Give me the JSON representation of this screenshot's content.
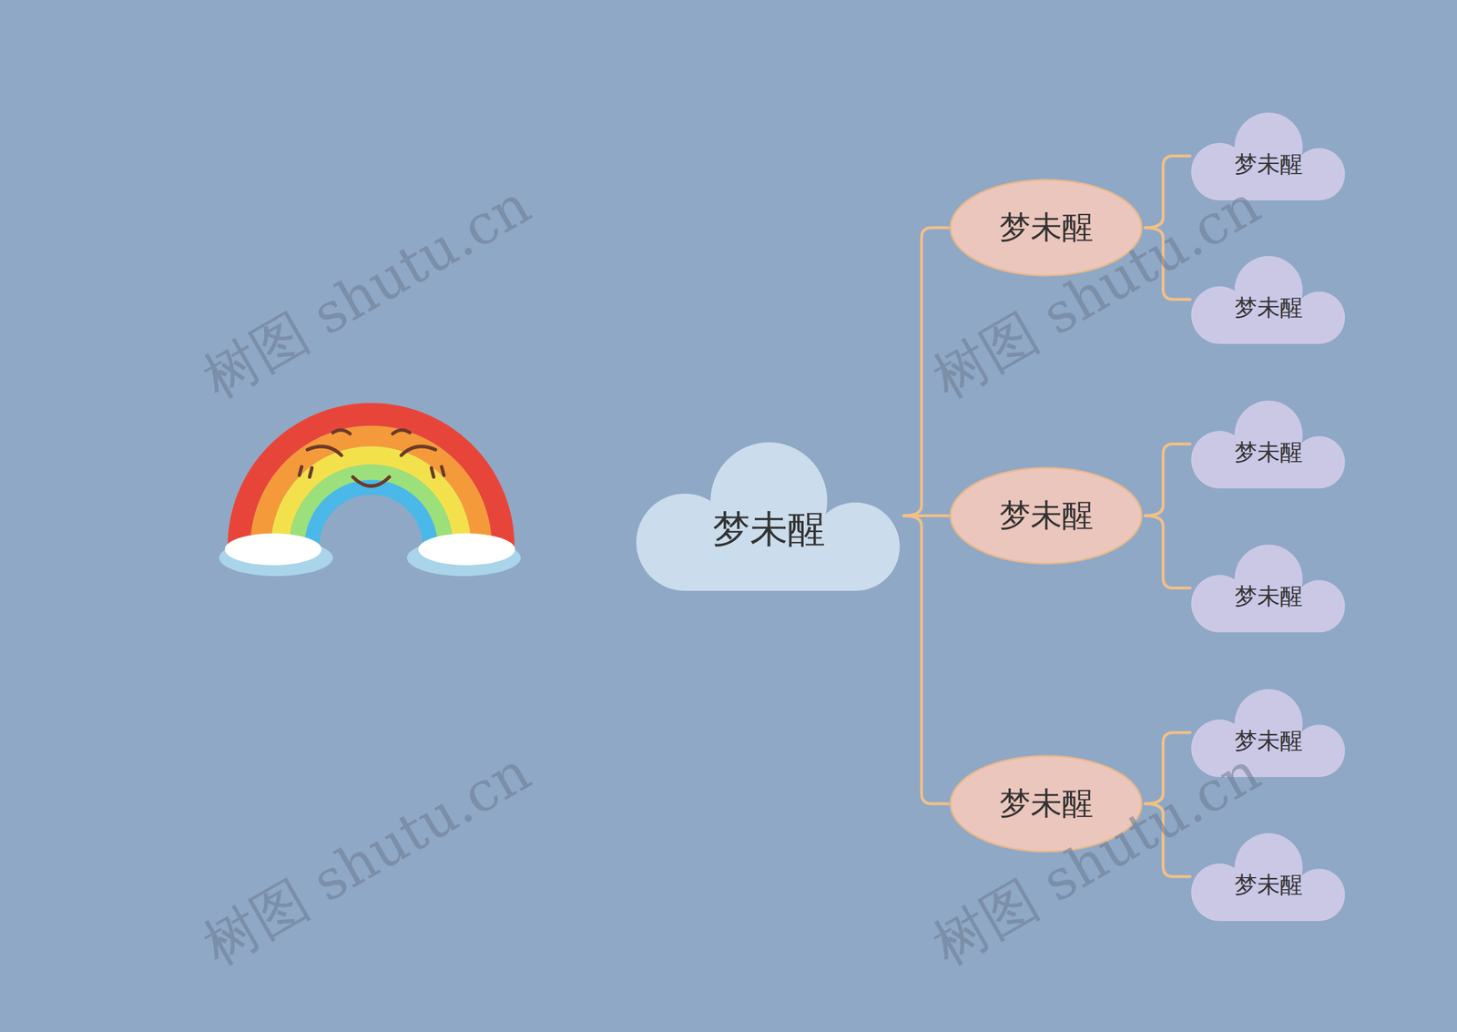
{
  "diagram": {
    "nodes": [
      {
        "text": [
          "梦未醒"
        ]
      },
      {
        "text": [
          "梦未醒"
        ]
      },
      {
        "text": [
          "梦未醒"
        ]
      },
      {
        "text": [
          "梦未醒"
        ]
      },
      {
        "text": [
          "梦未醒"
        ]
      },
      {
        "text": [
          "梦未醒"
        ]
      },
      {
        "text": [
          "梦未醒"
        ]
      },
      {
        "text": [
          "梦未醒"
        ]
      },
      {
        "text": [
          "梦未醒"
        ]
      },
      {
        "text": [
          "梦未醒"
        ]
      }
    ],
    "edges": [
      {
        "from": 0,
        "to": 1,
        "arrow": "none"
      },
      {
        "from": 0,
        "to": 4,
        "arrow": "none"
      },
      {
        "from": 0,
        "to": 7,
        "arrow": "none"
      },
      {
        "from": 1,
        "to": 2,
        "arrow": "none"
      },
      {
        "from": 1,
        "to": 3,
        "arrow": "none"
      },
      {
        "from": 4,
        "to": 5,
        "arrow": "none"
      },
      {
        "from": 4,
        "to": 6,
        "arrow": "none"
      },
      {
        "from": 7,
        "to": 8,
        "arrow": "none"
      },
      {
        "from": 7,
        "to": 9,
        "arrow": "none"
      }
    ],
    "labels": [
      "树图 shutu.cn",
      "树图 shutu.cn",
      "树图 shutu.cn",
      "树图 shutu.cn"
    ]
  }
}
